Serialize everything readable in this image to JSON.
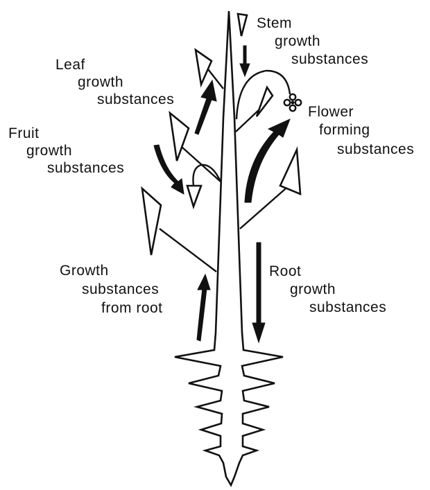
{
  "labels": {
    "stem": [
      "Stem",
      "growth",
      "substances"
    ],
    "leaf": [
      "Leaf",
      "growth",
      "substances"
    ],
    "flower": [
      "Flower",
      "forming",
      "substances"
    ],
    "fruit": [
      "Fruit",
      "growth",
      "substances"
    ],
    "from_root": [
      "Growth",
      "substances",
      "from root"
    ],
    "root": [
      "Root",
      "growth",
      "substances"
    ]
  }
}
